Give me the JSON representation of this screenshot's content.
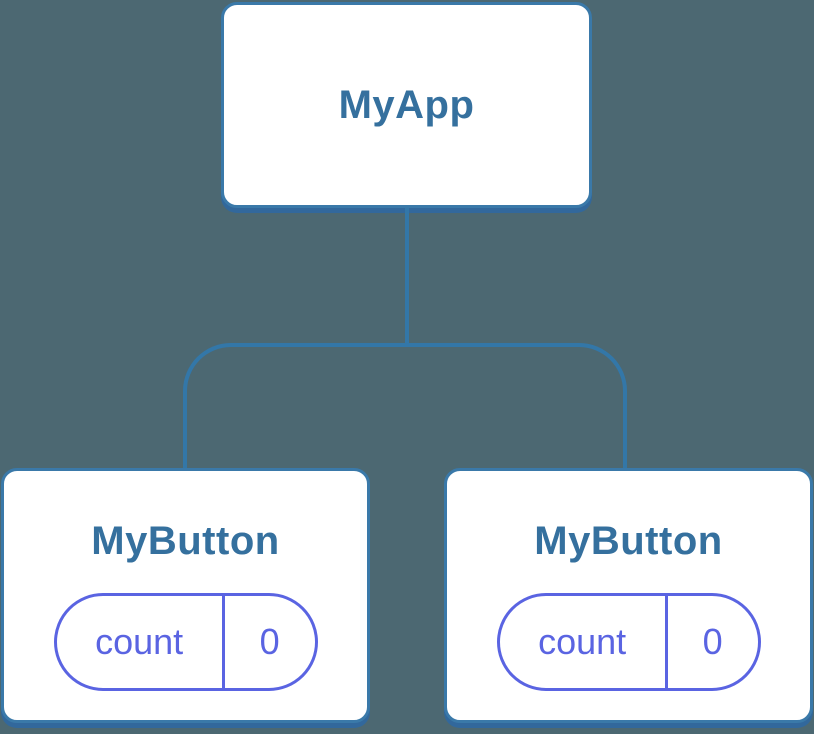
{
  "colors": {
    "background": "#4C6872",
    "connector": "#3377A8",
    "node_border": "#3A79A9",
    "node_shadow": "#32689C",
    "node_bg": "#FFFFFF",
    "title": "#35709E",
    "state": "#5A64E2"
  },
  "tree": {
    "root": {
      "label": "MyApp"
    },
    "children": [
      {
        "label": "MyButton",
        "state": {
          "key": "count",
          "value": "0"
        }
      },
      {
        "label": "MyButton",
        "state": {
          "key": "count",
          "value": "0"
        }
      }
    ]
  }
}
